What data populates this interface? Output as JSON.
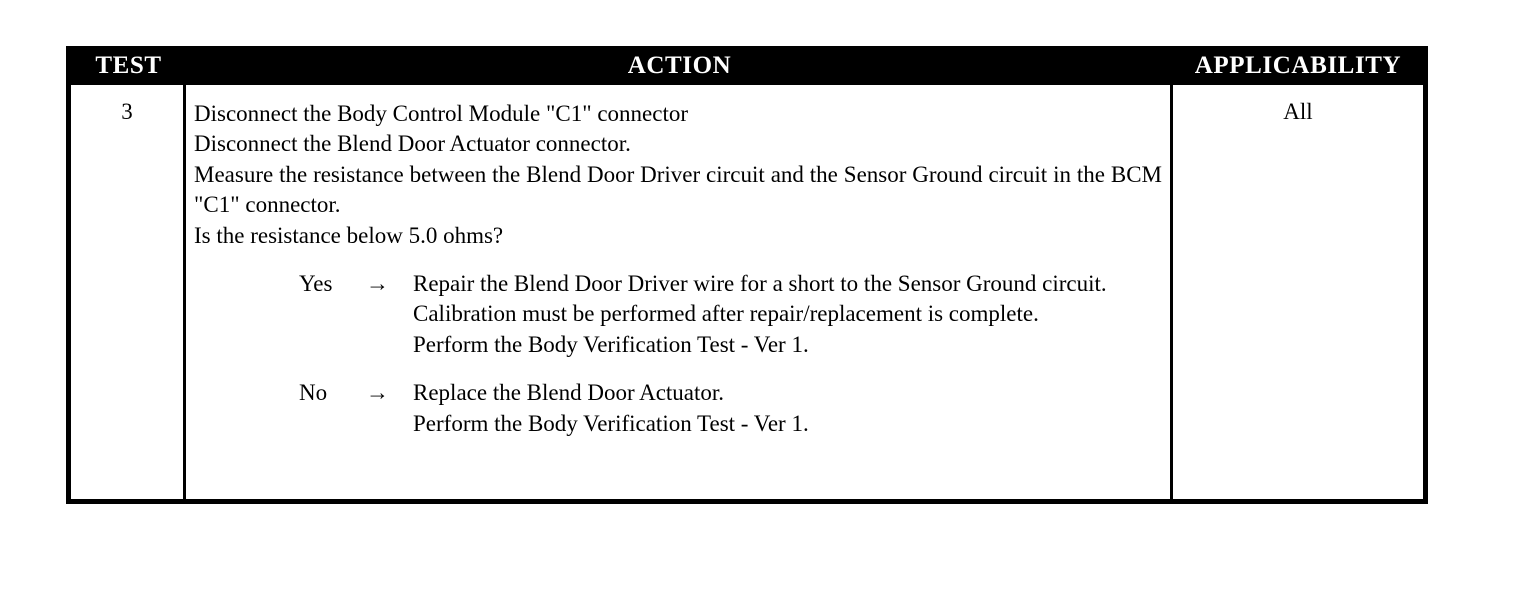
{
  "document": {
    "type": "diagnostic-test-table",
    "background_color": "#ffffff",
    "text_color": "#000000",
    "header_background": "#000000",
    "header_text_color": "#ffffff"
  },
  "table": {
    "columns": [
      {
        "key": "test",
        "label": "TEST"
      },
      {
        "key": "action",
        "label": "ACTION"
      },
      {
        "key": "applicability",
        "label": "APPLICABILITY"
      }
    ],
    "rows": [
      {
        "test": "3",
        "applicability": "All",
        "action": {
          "statements": [
            "Disconnect the Body Control Module \"C1\" connector",
            "Disconnect the Blend Door Actuator connector.",
            "Measure the resistance between the Blend Door Driver circuit and the Sensor Ground circuit in the BCM \"C1\" connector.",
            "Is the resistance below 5.0 ohms?"
          ],
          "branches": [
            {
              "label": "Yes",
              "arrow": "→",
              "lines": [
                "Repair the Blend Door Driver wire for a short to the Sensor Ground circuit.",
                "Calibration must be performed after repair/replacement is complete.",
                "Perform the Body Verification Test - Ver 1."
              ]
            },
            {
              "label": "No",
              "arrow": "→",
              "lines": [
                "Replace the Blend Door Actuator.",
                "Perform the Body Verification Test - Ver 1."
              ]
            }
          ]
        }
      }
    ]
  }
}
